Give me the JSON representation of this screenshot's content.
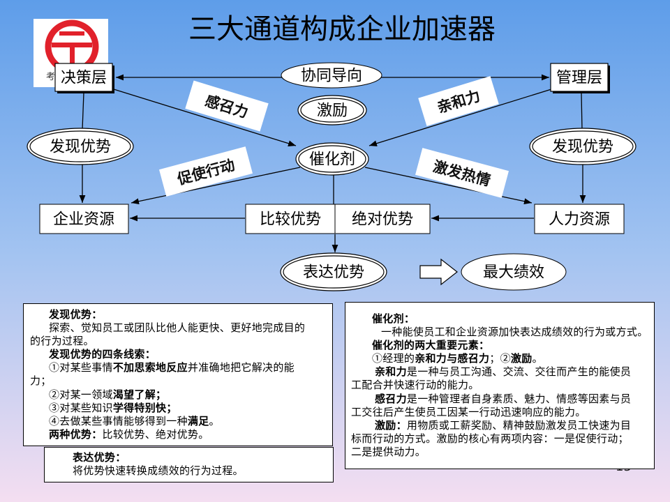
{
  "slide": {
    "title": "三大通道构成企业加速器",
    "page_number": "15"
  },
  "logo": {
    "caption_fragment": "考",
    "icon": "railway-logo-icon"
  },
  "colors": {
    "background_top": "#5e9de9",
    "background_middle": "#a2c3f1",
    "background_bottom": "#f4def1",
    "logo_red": "#e1212b",
    "line": "#000000",
    "shape_fill": "#ffffff"
  },
  "diagram": {
    "nodes": {
      "decision_layer": "决策层",
      "management_layer": "管理层",
      "synergy_orientation": "协同导向",
      "motivation": "激励",
      "catalyst": "催化剂",
      "discover_advantage_left": "发现优势",
      "discover_advantage_right": "发现优势",
      "enterprise_resources": "企业资源",
      "comparative_advantage": "比较优势",
      "absolute_advantage": "绝对优势",
      "human_resources": "人力资源",
      "express_advantage": "表达优势",
      "max_performance": "最大绩效"
    },
    "labels": {
      "charisma": "感召力",
      "affinity": "亲和力",
      "prompt_action": "促使行动",
      "inspire_passion": "激发热情"
    }
  },
  "discover_note": {
    "heading": "发现优势：",
    "definition": [
      "探索、觉知员工或团队比他人能更快、更好地完成目的",
      "的行为过程。"
    ],
    "clues_heading": "发现优势的四条线索：",
    "clue_1": [
      "①对某些事情",
      "不加思索地反应",
      "并准确地把它解决的能",
      "力；"
    ],
    "clue_2": [
      "②对某一领域",
      "渴望了解；"
    ],
    "clue_3": [
      "③对某些知识",
      "学得特别快；"
    ],
    "clue_4": [
      "④去做某些事情能够得到一种",
      "满足",
      "。"
    ],
    "two_kinds_label": "两种优势：",
    "two_kinds_text": "比较优势、绝对优势。"
  },
  "express_note": {
    "heading": "表达优势：",
    "definition": "将优势快速转换成绩效的行为过程。"
  },
  "catalyst_note": {
    "heading": "催化剂：",
    "definition": "一种能使员工和企业资源加快表达成绩效的行为或方式。",
    "elements_heading": "催化剂的两大重要元素：",
    "elements": [
      "①经理的",
      "亲和力与感召力",
      "；②",
      "激励",
      "。"
    ],
    "affinity": [
      "亲和力",
      "是一种与员工沟通、交流、交往而产生的能使员",
      "工配合并快速行动的能力。"
    ],
    "charisma": [
      "感召力",
      "是一种管理者自身素质、魅力、情感等因素与员",
      "工交往后产生使员工因某一行动迅速响应的能力。"
    ],
    "motivation": [
      "激励：",
      "用物质或工薪奖励、精神鼓励激发员工快速为目",
      "标而行动的方式。激励的核心有两项内容：一是促使行动；",
      "二是提供动力。"
    ]
  }
}
